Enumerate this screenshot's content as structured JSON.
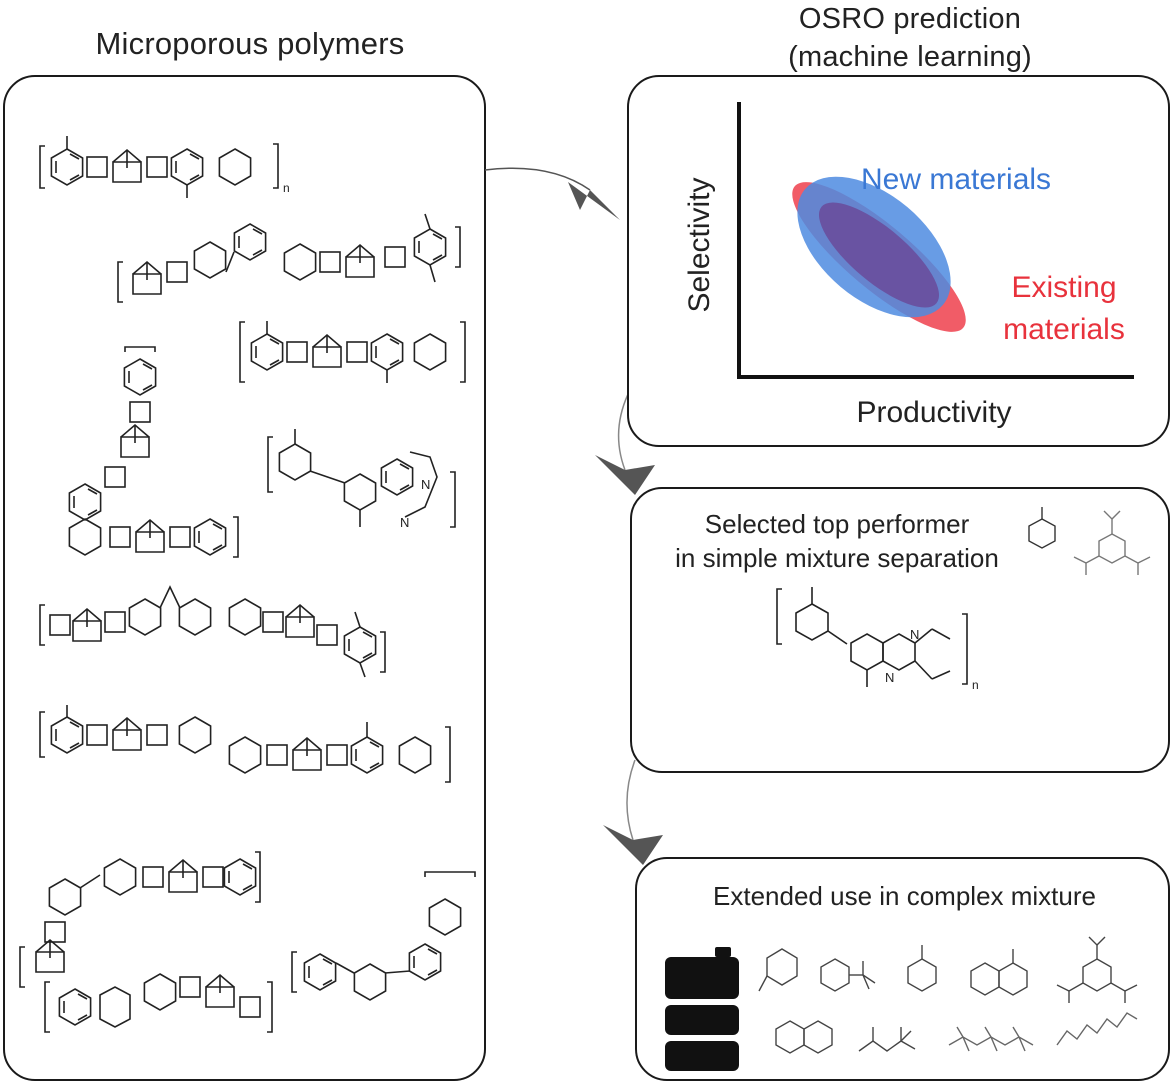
{
  "left_panel": {
    "title": "Microporous  polymers",
    "subscript": "n"
  },
  "prediction": {
    "title_line1": "OSRO prediction",
    "title_line2": "(machine learning)",
    "y_label": "Selectivity",
    "x_label": "Productivity",
    "new_label": "New materials",
    "existing_line1": "Existing",
    "existing_line2": "materials",
    "colors": {
      "new": "#3a78d4",
      "existing": "#e8323c",
      "overlap": "#6a4a9a"
    }
  },
  "selected": {
    "line1": "Selected top performer",
    "line2": "in simple mixture separation"
  },
  "extended": {
    "title": "Extended use in complex mixture"
  },
  "icons": {
    "barrel": "oil-barrel-icon",
    "arrow": "curved-arrow-icon"
  }
}
